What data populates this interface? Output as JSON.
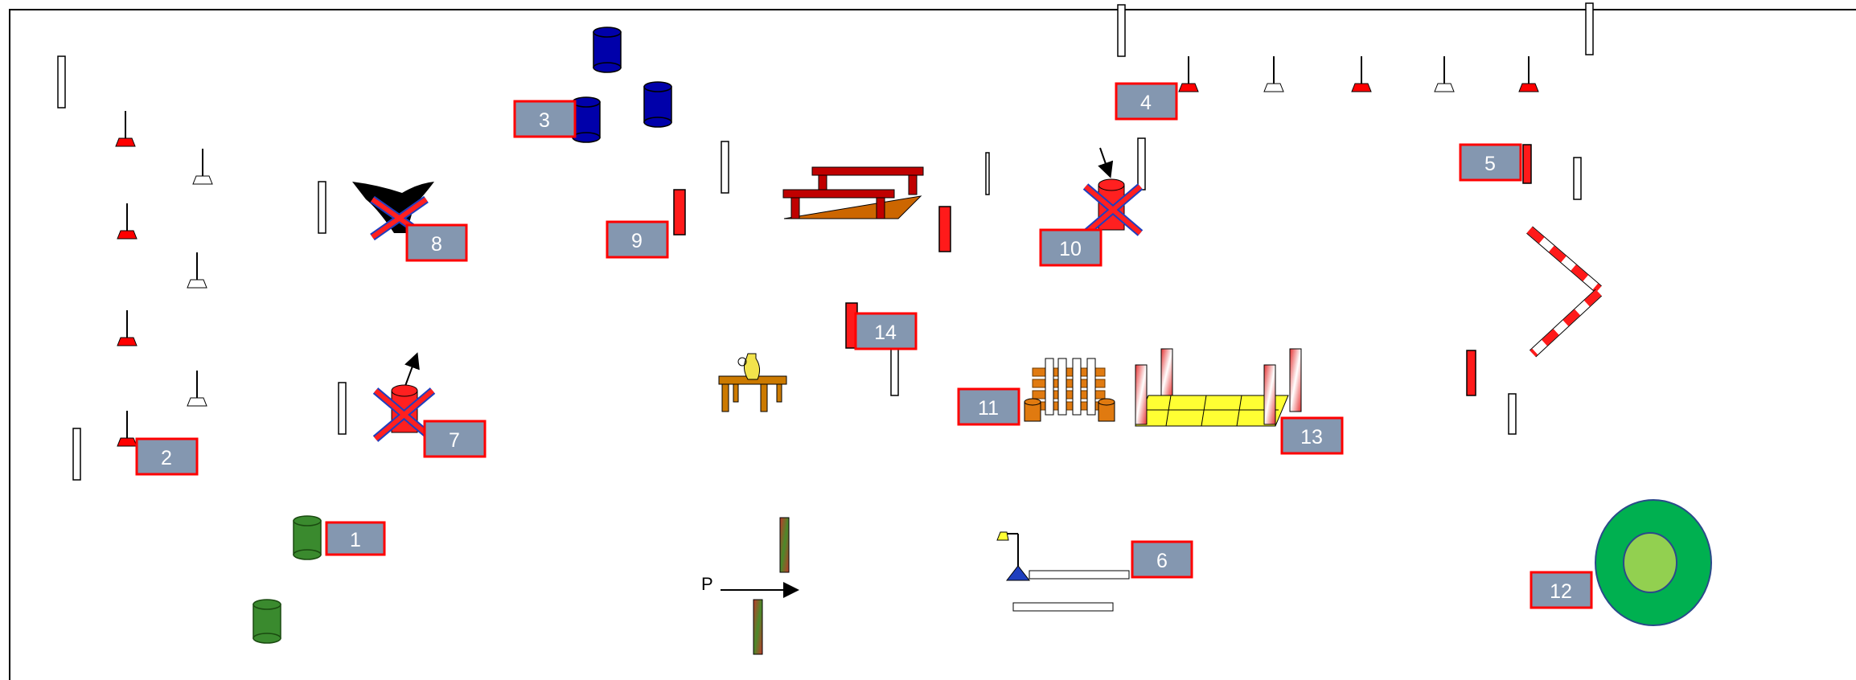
{
  "course": {
    "station_numbers": [
      "1",
      "2",
      "3",
      "4",
      "5",
      "6",
      "7",
      "8",
      "9",
      "10",
      "11",
      "12",
      "13",
      "14"
    ],
    "start_label": "P"
  },
  "colors": {
    "station_box_fill": "#8497b0",
    "station_box_border": "#ff0000",
    "station_text": "#ffffff",
    "cone_red": "#ff0000",
    "barrel_blue": "#0000aa",
    "barrel_green": "#3a8a2e",
    "tire_outer": "#00b050",
    "tire_inner": "#92d050",
    "bridge_red": "#c00000",
    "wood_orange": "#cc6600",
    "ramp_yellow": "#ffff33",
    "marker_blue": "#1f3fbf"
  },
  "icons": {
    "cross": "red-x-mark",
    "arrow": "direction-arrow",
    "cone": "traffic-cone-icon",
    "post": "white-post",
    "barrel": "barrel-icon"
  }
}
